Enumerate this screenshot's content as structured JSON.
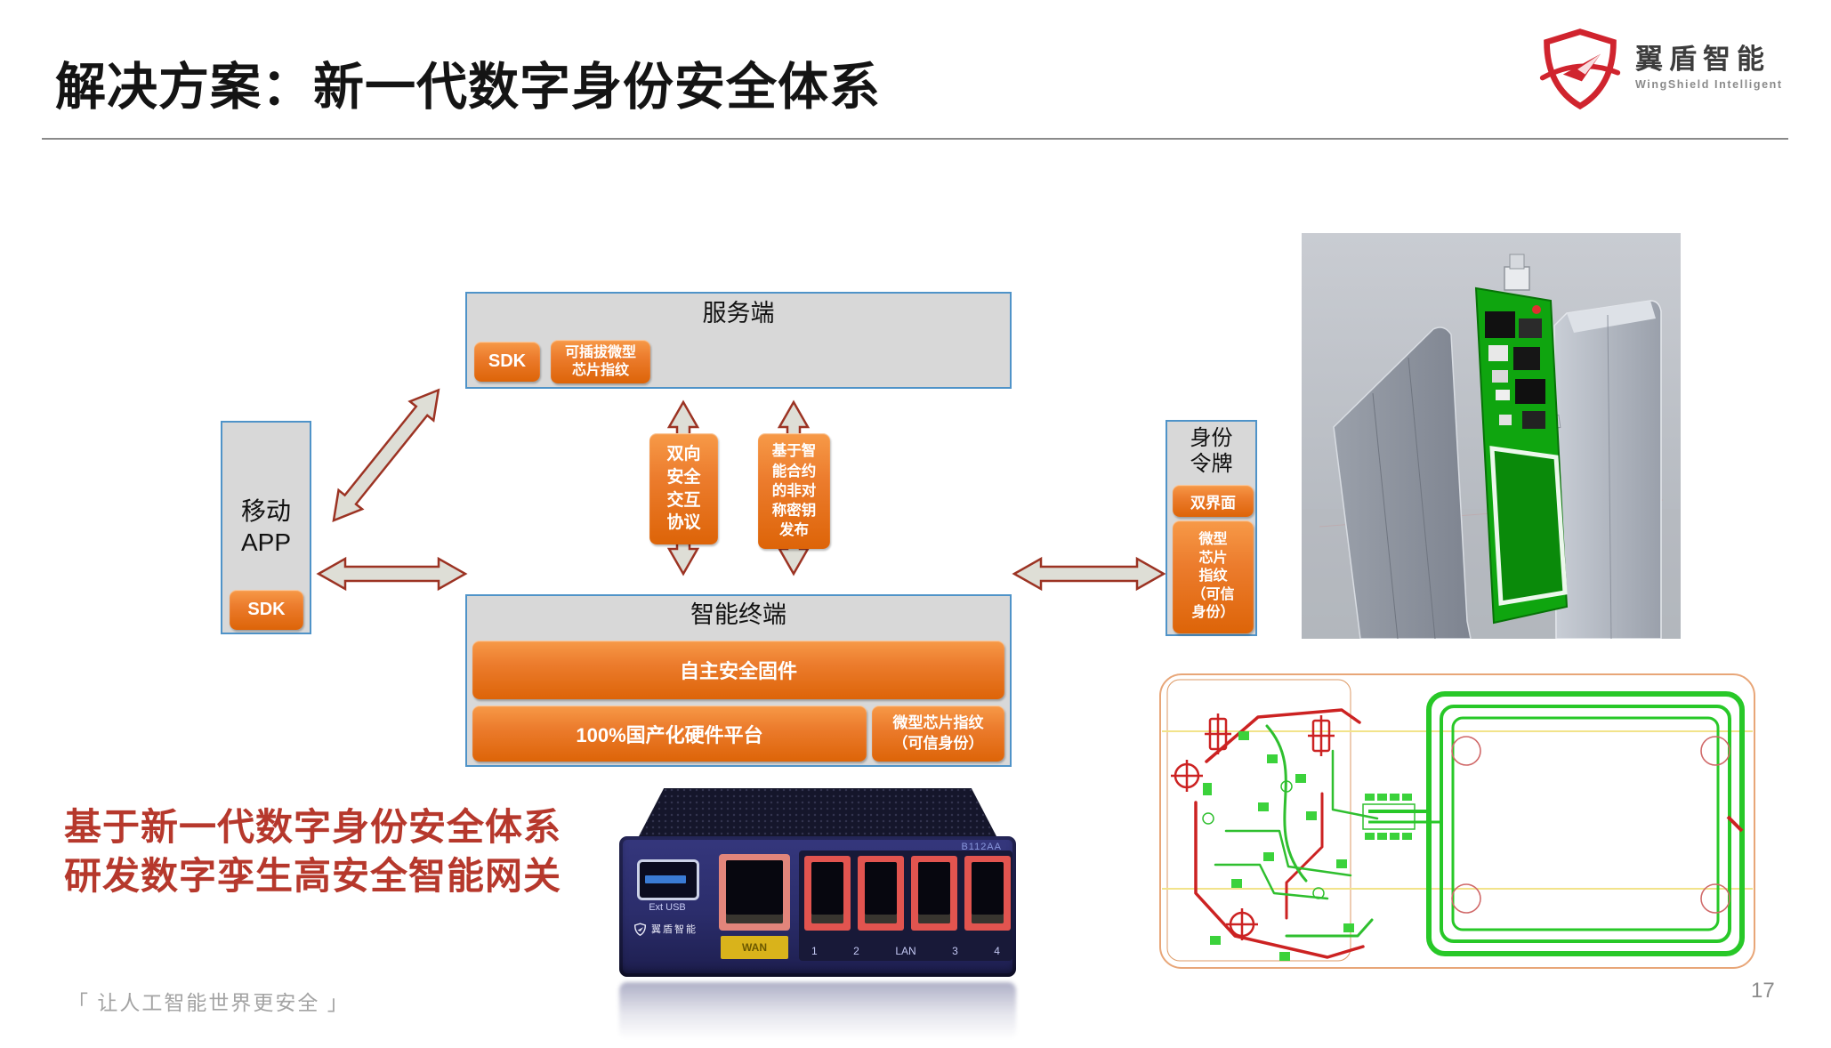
{
  "slide": {
    "title": "解决方案：新一代数字身份安全体系",
    "tagline": "基于新一代数字身份安全体系\n研发数字孪生高安全智能网关",
    "footer": "「 让人工智能世界更安全 」",
    "page_number": "17"
  },
  "logo": {
    "company_cn": "翼盾智能",
    "company_en": "WingShield Intelligent"
  },
  "colors": {
    "accent_orange": "#E4690F",
    "box_gray": "#D8D8D8",
    "box_border_blue": "#4F93C8",
    "arrow_fill": "#DEDED6",
    "arrow_stroke": "#9C3323",
    "tagline_red": "#B6382C",
    "logo_red": "#D0242E",
    "pcb_green": "#28C828"
  },
  "diagram": {
    "server": {
      "title": "服务端",
      "sdk": "SDK",
      "chip": "可插拔微型\n芯片指纹"
    },
    "mobile": {
      "title": "移动\nAPP",
      "sdk": "SDK"
    },
    "protocol": "双向\n安全\n交互\n协议",
    "keydist": "基于智\n能合约\n的非对\n称密钥\n发布",
    "terminal": {
      "title": "智能终端",
      "firmware": "自主安全固件",
      "hardware": "100%国产化硬件平台",
      "chip": "微型芯片指纹\n（可信身份）"
    },
    "token": {
      "title": "身份\n令牌",
      "dual": "双界面",
      "chip": "微型\n芯片\n指纹\n（可信\n身份）"
    }
  },
  "device": {
    "usb_label": "Ext USB",
    "brand": "翼盾智能",
    "wan_label": "WAN",
    "lan_labels": [
      "1",
      "2",
      "LAN",
      "3",
      "4"
    ],
    "model": "B112AA"
  }
}
